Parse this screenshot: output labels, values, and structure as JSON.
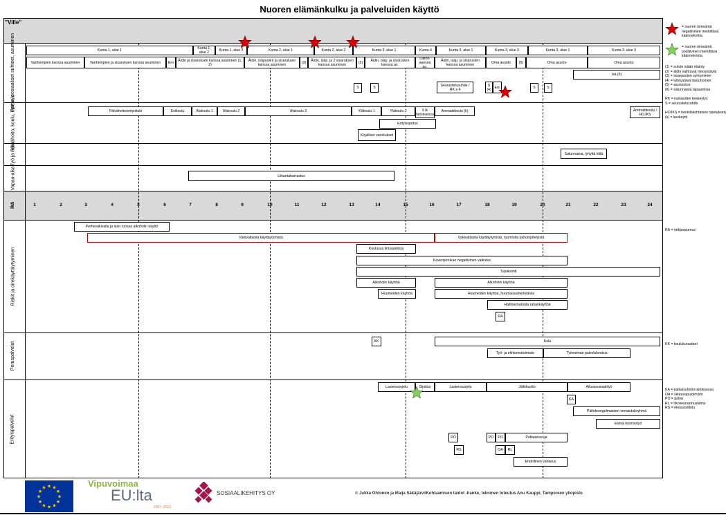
{
  "title": "Nuoren elämänkulku ja palveluiden käyttö",
  "person": "”Ville”",
  "ages": [
    "1",
    "2",
    "3",
    "4",
    "5",
    "6",
    "7",
    "8",
    "9",
    "10",
    "11",
    "12",
    "13",
    "14",
    "15",
    "16",
    "17",
    "18",
    "19",
    "20",
    "21",
    "22",
    "23",
    "24"
  ],
  "age_label": "Ikä",
  "lanes": {
    "family": "Perhe, sosiaaliset suhteet, asuminen",
    "school": "Päivähoito, koulu, opiskelu",
    "work": "Työ ja raha",
    "leisure": "Vapaa-aika",
    "risks": "Riskit ja oirekäyttäytyminen",
    "basic": "Peruspalvelut",
    "special": "Erityispalvelut"
  },
  "family_row1": [
    "Kunta 1, alue 1",
    "Kunta 1, alue 2",
    "Kunta 1, alue 3",
    "Kunta 2, alue 1",
    "Kunta 2, alue 2",
    "Kunta 3, alue 1",
    "Kunta 4",
    "Kunta 3, alue 1",
    "Kunta 3, alue 3",
    "Kunta 3, alue 1",
    "Kunta 3, alue 3"
  ],
  "family_row2": [
    "Vanhempien kanssa asuminen",
    "Vanhempien ja sisaruksen kanssa asuminen",
    "Ero",
    "Äidin ja sisaruksen kanssa asuminen (1, 2)",
    "Äidin, isäpuolen ja sisaruksen kanssa asuminen",
    "(3)",
    "Äidin, isäp. ja 2 sisaruksen kanssa asuminen",
    "(3)",
    "Äidin, isäp. ja sisarusten kanssa as.",
    "Laitos-asessa as.",
    "Äidin, isäp. ja sisarusten kanssa asuminen",
    "Oma asunto",
    "(5)",
    "Oma asunto",
    "Oma asunto"
  ],
  "family_misc": {
    "isa": "Isä (6)",
    "seurustelu": "Seurustelusuhde / RK x 4",
    "s": "S",
    "s4": "S (4)",
    "ero": "Ero"
  },
  "school": {
    "paivahoito": "Päivähoito/erityistuki",
    "esikoulu": "Esikoulu",
    "alakoulu1": "Alakoulu 1",
    "alakoulu2": "Alakoulu 2",
    "alakoulu3": "Alakoulu 3",
    "ylakoulu1": "Yläkoulu 1",
    "ylakoulu2": "Yläkoulu 2",
    "luokka9": "9 lk laitoksessa",
    "ammatti": "Ammattikoulu (k)",
    "ammatti2": "Ammattikoulu / HOJKS",
    "erityis": "Erityisopetus",
    "kirjalliset": "Kirjalliset varoitukset"
  },
  "work": {
    "satunnais": "Satunnaisia, lyhyitä töitä"
  },
  "leisure": {
    "liikunta": "Liikuntaharrastus"
  },
  "risks": {
    "perhevakivalta": "Perheväkivalta ja isän runsas alkoholin käyttö",
    "vakivalta1": "Väkivaltaista käyttäytymistä",
    "vakivalta2": "Väkivaltaista käyttäytymistä, tuomioita pahoinpitelyistä",
    "kiusaaminen": "Koulussa lintsaamista",
    "kaveriporukka": "Kaveriporukan negatiivinen vaikutus",
    "tupakointi": "Tupakointi",
    "alkoholi1": "Alkoholin käyttöä",
    "alkoholi2": "Alkoholin käyttöä",
    "huumeet1": "Huumeiden käyttöä",
    "huumeet2": "Huumeiden käyttöä, huumausainerikoksia",
    "raha": "Hallitsematonta rahankäyttöä",
    "ra": "RA"
  },
  "basic": {
    "kk": "KK",
    "kela": "Kela",
    "te": "Työ- ja elinkeinotoimisto",
    "tyovoima": "Työvoiman palvelukeskus"
  },
  "special": {
    "lastensuojelu1": "Lastensuojelu",
    "sijoitus": "Sijoitus",
    "lastensuojelu2": "Lastensuojelu",
    "jalkihuolto": "Jälkihuolto",
    "aikuissos": "Aikuissosiaalityö",
    "ka": "KA",
    "paihde": "Päihdeongelmaisten vertaistukiryhmä",
    "etsiva": "Etsivä nuorisotyö",
    "po": "PO",
    "rs": "RS",
    "oa": "OA",
    "rl": "RL",
    "putka": "Putkareissuja",
    "ehdollinen": "Ehdollinen vankeus"
  },
  "legend": {
    "red_star": "= nuoren nimeämä negatiivinen merkittävä käännekohta",
    "green_star": "= nuoren nimeämä positiivinen merkittävä käännekohta",
    "notes": [
      "(1) = suhde isään etäinty",
      "(2) = äidin vaihtuvat miesystävät",
      "(3) = sisarpuolen syntyminen",
      "(4) = tyttöystävä itsetuhoinen",
      "(5) = asunnoton",
      "(6) = satunnaisia tapaamisia",
      "",
      "RK = raskauden keskeytys",
      "S = seurustelusuhde",
      "",
      "HOJKS = henkilökohtainen opetuksenjärjestelmä",
      "(k) = keskeytti"
    ],
    "ra": "RA = rattijuopumus",
    "kk": "KK = koulukuraattori",
    "special": [
      "KA = katkaisuhoito laitoksessa",
      "OA = oikeusaputoimisto",
      "PO = poliisi",
      "RL = rikoseuraamuslaitos",
      "RS = rikossovittelu"
    ]
  },
  "logos": {
    "eu": "EU",
    "vipuvoimaa": "Vipuvoimaa",
    "eulta": "EU:lta",
    "years": "2007–2013",
    "sosiaali": "SOSIAALIKEHITYS OY"
  },
  "credit": "© Jukka Ohtonen ja Maija Säkäjärvi/Kohtaamisen taidot -hanke, tekninen toteutus Anu Kauppi, Tampereen yliopisto",
  "colors": {
    "band": "#d9d9d9",
    "red_star": "#e00000",
    "green_star": "#7fd35a",
    "red_border": "#c00000",
    "eu_blue": "#003399",
    "vipu_green": "#8cb83c",
    "sosiaali": "#a3164a"
  }
}
